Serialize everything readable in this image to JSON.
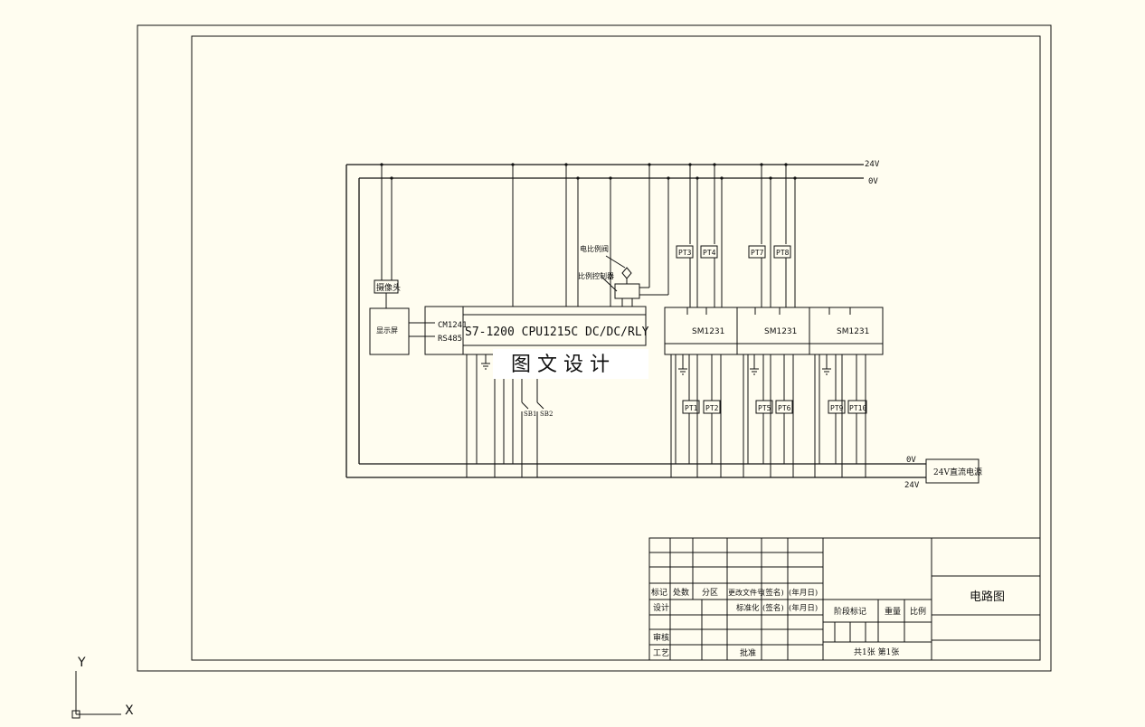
{
  "power": {
    "v24": "24V",
    "v0": "0V",
    "psu": "24V直流电源"
  },
  "left": {
    "camera": "摄像头",
    "screen": "显示屏",
    "cm1": "CM1241",
    "cm2": "RS485"
  },
  "plc": {
    "model": "S7-1200 CPU1215C DC/DC/RLY"
  },
  "valve": {
    "label1": "电比例阀",
    "label2": "比例控制器"
  },
  "watermark": "图 文 设 计",
  "switches": [
    "SB1",
    "SB2"
  ],
  "modules": [
    "SM1231",
    "SM1231",
    "SM1231"
  ],
  "sensors_top": [
    "PT3",
    "PT4",
    "PT7",
    "PT8"
  ],
  "sensors_bottom": [
    "PT1",
    "PT2",
    "PT5",
    "PT6",
    "PT9",
    "PT10"
  ],
  "title_block": {
    "row_labels": [
      "标记",
      "处数",
      "分区",
      "更改文件号",
      "(签名)",
      "(年月日)"
    ],
    "design": "设计",
    "standard": "标准化",
    "sign": "(签名)",
    "date": "(年月日)",
    "review": "审核",
    "process": "工艺",
    "approve": "批准",
    "stage": "阶段标记",
    "weight": "重量",
    "scale": "比例",
    "sheets": "共1张  第1张",
    "drawing_title": "电路图"
  },
  "axes": {
    "x": "X",
    "y": "Y"
  }
}
